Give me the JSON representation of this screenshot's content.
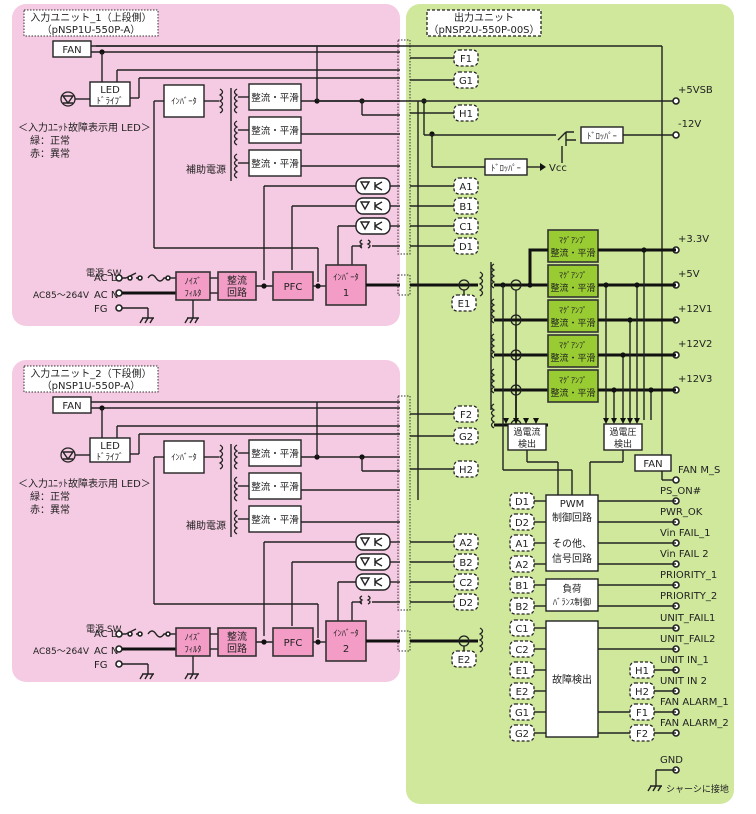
{
  "colors": {
    "input_unit_bg": "#f5cbe3",
    "output_unit_bg": "#cfe89c",
    "pink_block": "#f29cc6",
    "magamp_block": "#99cc33"
  },
  "input_units": [
    {
      "title": "入力ユニット_1（上段側）",
      "model": "（pNSP1U-550P-A）",
      "inverter_label": "ｲﾝﾊﾞｰﾀ",
      "main_inverter": [
        "ｲﾝﾊﾞｰﾀ",
        "1"
      ],
      "suffix": "1"
    },
    {
      "title": "入力ユニット_2（下段側）",
      "model": "（pNSP1U-550P-A）",
      "inverter_label": "ｲﾝﾊﾞｰﾀ",
      "main_inverter": [
        "ｲﾝﾊﾞｰﾀ",
        "2"
      ],
      "suffix": "2"
    }
  ],
  "common_input": {
    "fan": "FAN",
    "led_drive": [
      "LED",
      "ﾄﾞﾗｲﾌﾞ"
    ],
    "led_legend_title": "＜入力ﾕﾆｯﾄ故障表示用 LED＞",
    "led_green": "緑：正常",
    "led_red": "赤：異常",
    "rect_smooth": "整流・平滑",
    "aux_power": "補助電源",
    "power_sw": "電源 SW",
    "ac_l": "AC L",
    "ac_n": "AC N",
    "fg": "FG",
    "ac_range": "AC85～264V",
    "noise_filter": [
      "ﾉｲｽﾞ",
      "ﾌｨﾙﾀ"
    ],
    "rectifier": [
      "整流",
      "回路"
    ],
    "pfc": "PFC"
  },
  "output_unit": {
    "title": "出力ユニット",
    "model": "（pNSP2U-550P-00S）",
    "dropper": "ﾄﾞﾛｯﾊﾟｰ",
    "vcc": "Vcc",
    "magamp": [
      "ﾏｸﾞｱﾝﾌﾟ",
      "整流・平滑"
    ],
    "overcurrent": [
      "過電流",
      "検出"
    ],
    "overvoltage": [
      "過電圧",
      "検出"
    ],
    "fan": "FAN",
    "pwm_block": [
      "PWM",
      "制御回路",
      "その他、",
      "信号回路"
    ],
    "load_balance": [
      "負荷",
      "ﾊﾞﾗﾝｽ制御"
    ],
    "fault_detect": "故障検出",
    "chassis_ground": "シャーシに接地"
  },
  "connectors_unit1": [
    "F1",
    "G1",
    "H1",
    "A1",
    "B1",
    "C1",
    "D1",
    "E1"
  ],
  "connectors_unit2": [
    "F2",
    "G2",
    "H2",
    "A2",
    "B2",
    "C2",
    "D2",
    "E2"
  ],
  "output_rails": [
    "+5VSB",
    "-12V",
    "+3.3V",
    "+5V",
    "+12V1",
    "+12V2",
    "+12V3"
  ],
  "signal_inputs": [
    "D1",
    "D2",
    "A1",
    "A2",
    "B1",
    "B2",
    "C1",
    "C2",
    "E1",
    "E2",
    "G1",
    "G2"
  ],
  "signal_outputs": [
    "FAN M_S",
    "PS_ON#",
    "PWR_OK",
    "Vin FAIL_1",
    "Vin FAIL  2",
    "PRIORITY_1",
    "PRIORITY_2",
    "UNIT_FAIL1",
    "UNIT_FAIL2",
    "UNIT IN_1",
    "UNIT IN  2",
    "FAN ALARM_1",
    "FAN ALARM_2",
    "GND"
  ],
  "fan_alarm_connectors": [
    "H1",
    "H2",
    "F1",
    "F2"
  ]
}
